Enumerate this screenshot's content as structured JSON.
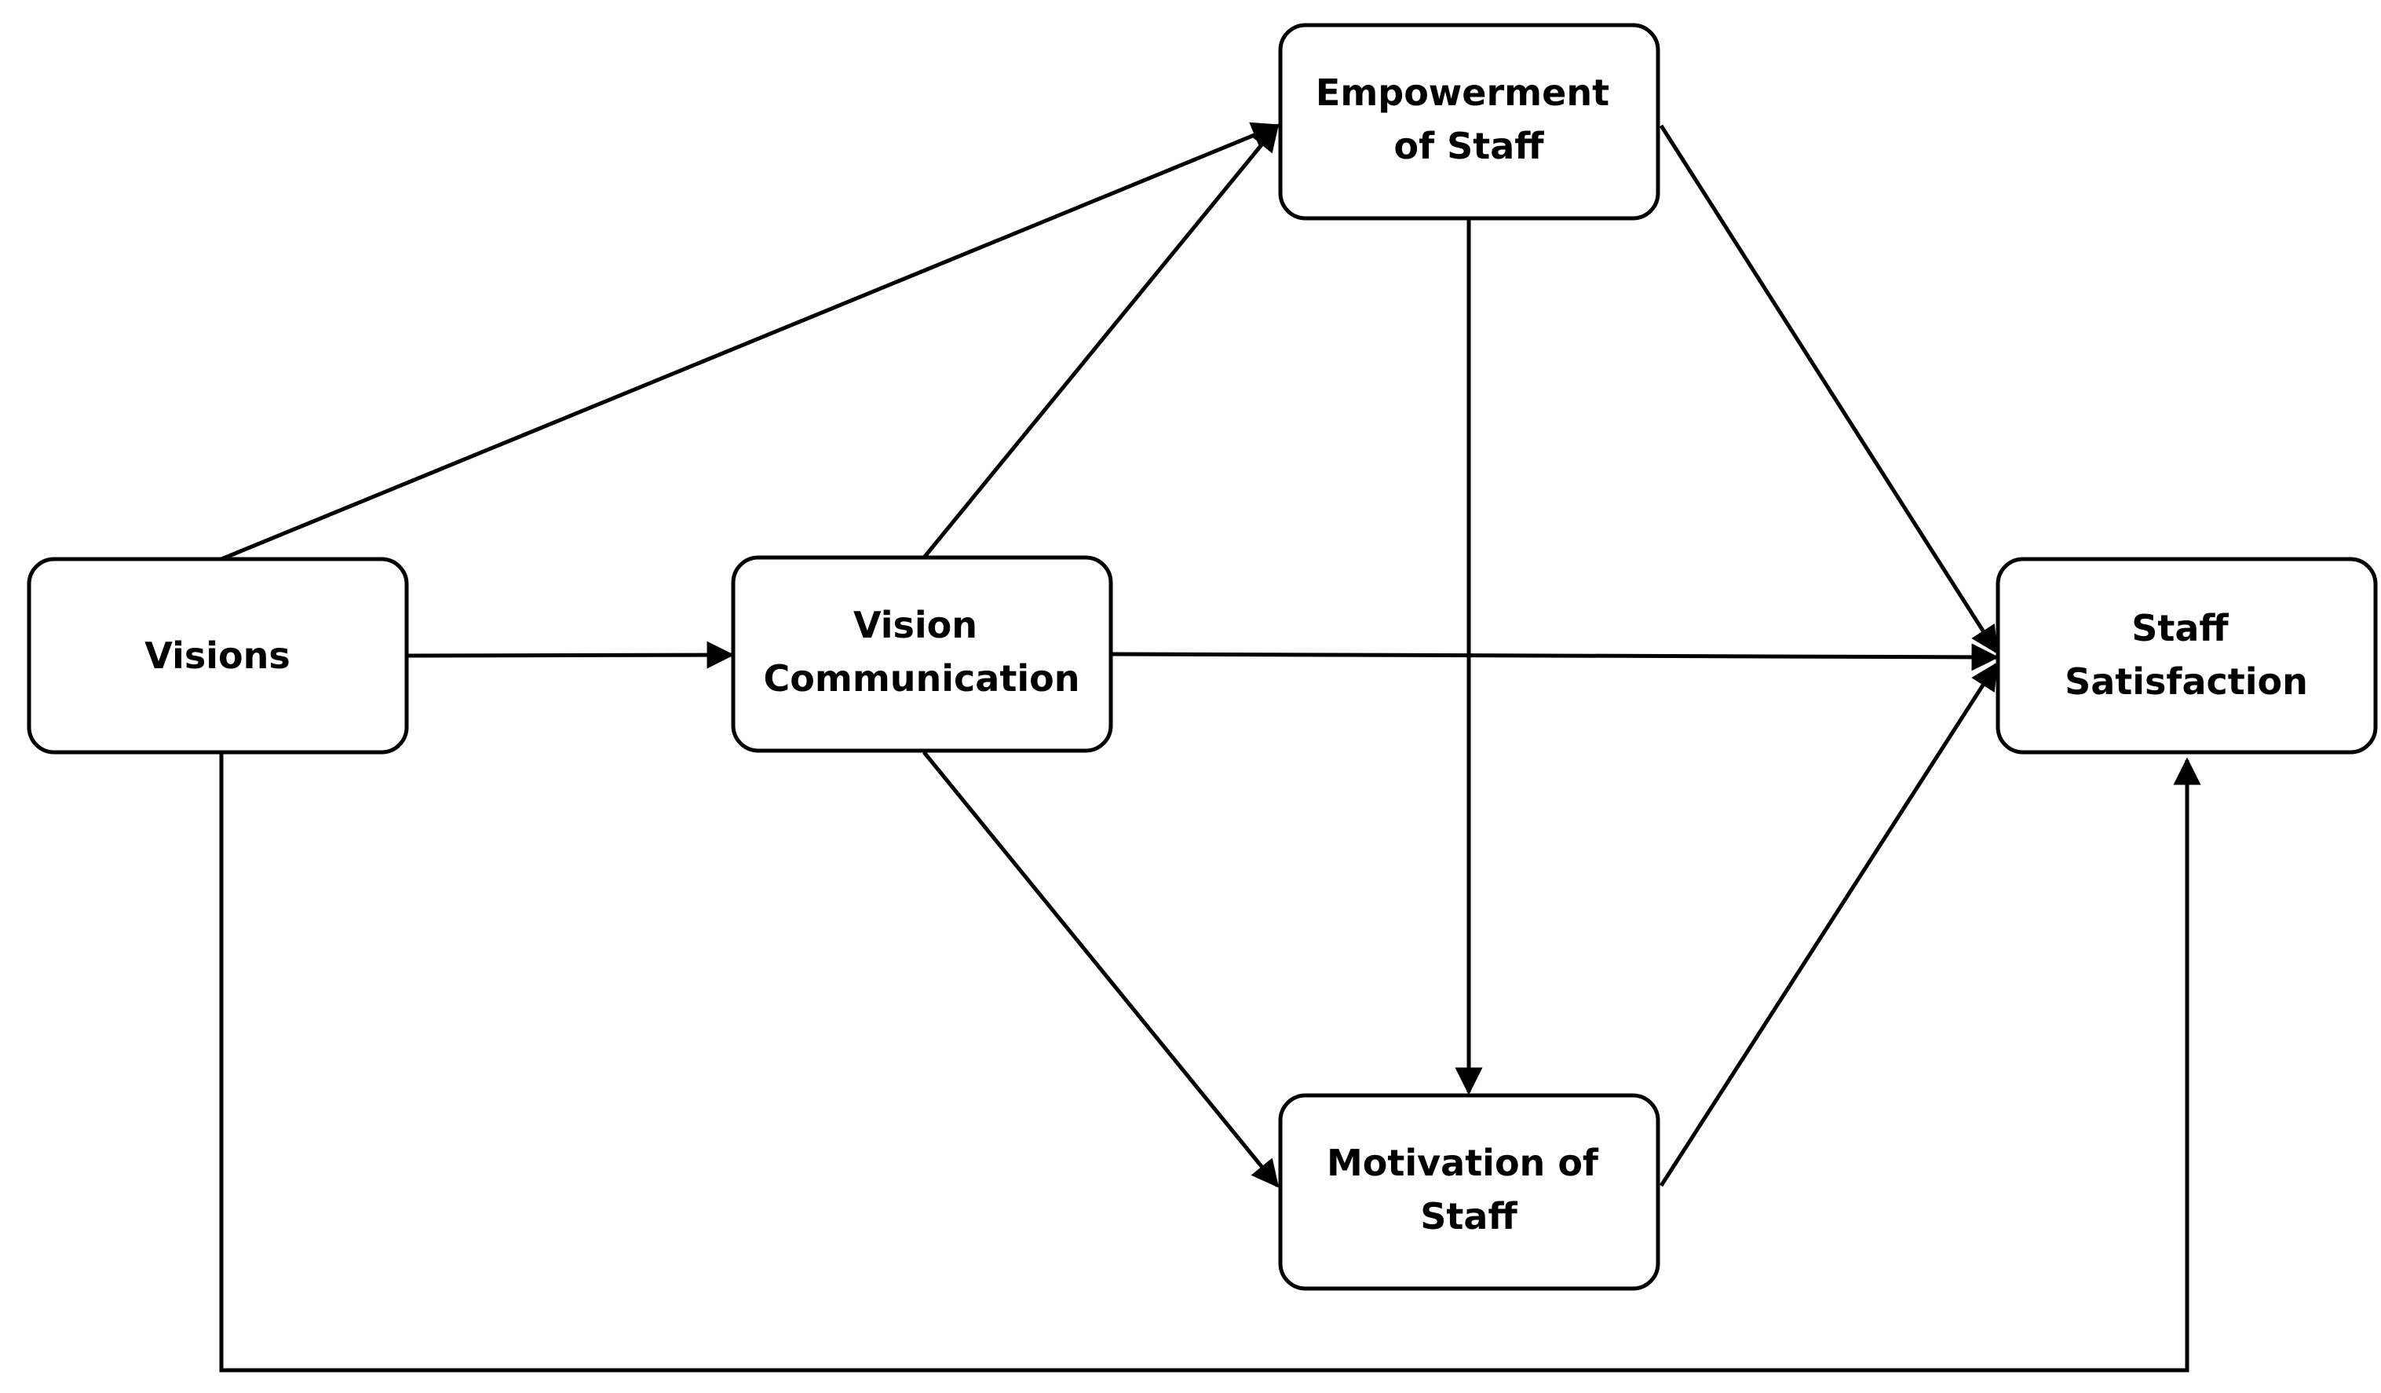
{
  "diagram": {
    "nodes": {
      "visions": {
        "lines": [
          "Visions"
        ]
      },
      "vision_communication": {
        "lines": [
          "Vision",
          "Communication"
        ]
      },
      "empowerment": {
        "lines": [
          "Empowerment",
          "of Staff"
        ]
      },
      "motivation": {
        "lines": [
          "Motivation of",
          "Staff"
        ]
      },
      "satisfaction": {
        "lines": [
          "Staff",
          "Satisfaction"
        ]
      }
    },
    "edges": [
      {
        "from": "Visions",
        "to": "Empowerment of Staff"
      },
      {
        "from": "Visions",
        "to": "Vision Communication"
      },
      {
        "from": "Visions",
        "to": "Staff Satisfaction"
      },
      {
        "from": "Vision Communication",
        "to": "Empowerment of Staff"
      },
      {
        "from": "Vision Communication",
        "to": "Staff Satisfaction"
      },
      {
        "from": "Vision Communication",
        "to": "Motivation of Staff"
      },
      {
        "from": "Empowerment of Staff",
        "to": "Motivation of Staff"
      },
      {
        "from": "Empowerment of Staff",
        "to": "Staff Satisfaction"
      },
      {
        "from": "Motivation of Staff",
        "to": "Staff Satisfaction"
      }
    ],
    "colors": {
      "stroke": "#000000",
      "background": "#ffffff"
    }
  }
}
